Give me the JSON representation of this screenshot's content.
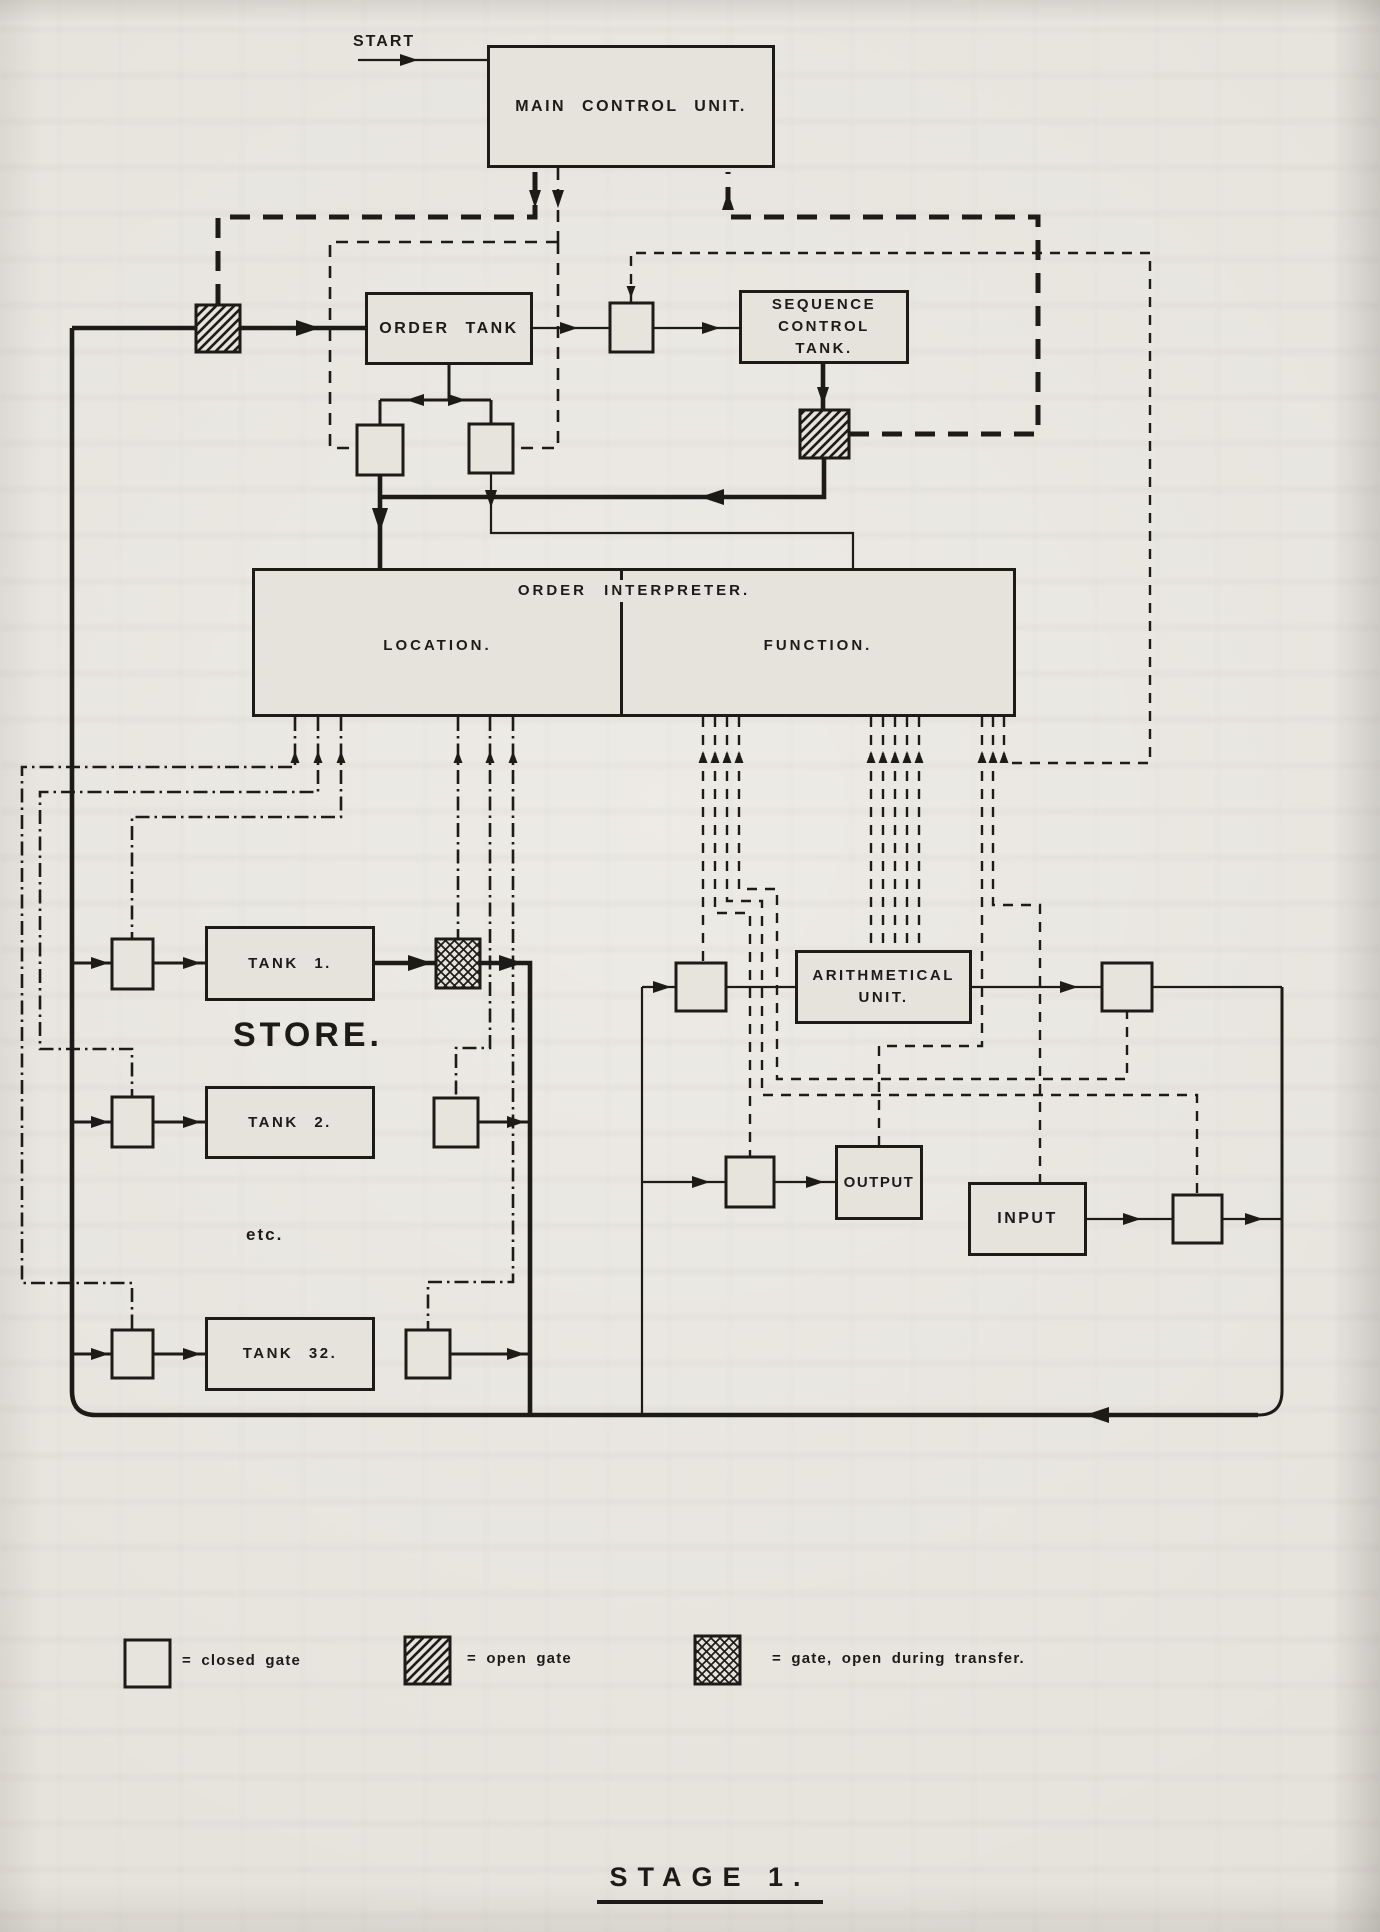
{
  "diagram": {
    "colors": {
      "paper": "#e5e2db",
      "ink": "#1d1b18"
    },
    "start_label": "START",
    "boxes": {
      "main_control_unit": "MAIN CONTROL UNIT.",
      "order_tank": "ORDER TANK",
      "sequence_control_tank": "SEQUENCE CONTROL TANK.",
      "order_interpreter": "ORDER INTERPRETER.",
      "location": "LOCATION.",
      "function": "FUNCTION.",
      "tank_1": "TANK 1.",
      "tank_2": "TANK 2.",
      "tank_32": "TANK 32.",
      "store": "STORE.",
      "etc": "etc.",
      "arithmetical_unit": "ARITHMETICAL UNIT.",
      "output": "OUTPUT",
      "input": "INPUT"
    },
    "legend": {
      "closed": "= closed gate",
      "open": "= open gate",
      "transfer": "= gate, open during transfer."
    },
    "title": "STAGE 1."
  }
}
